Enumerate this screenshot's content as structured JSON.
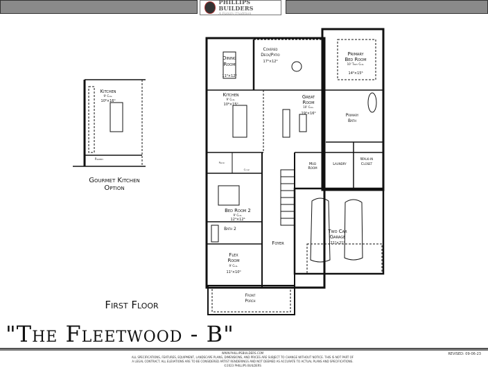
{
  "header": {
    "logo_main": "PHILLIPS BUILDERS",
    "logo_sub": "A Family Tradition"
  },
  "plan": {
    "floor_label": "First Floor",
    "rooms": {
      "dining": {
        "name1": "Dining",
        "name2": "Room",
        "dims": "11⁰×12⁶"
      },
      "deck": {
        "name1": "Covered",
        "name2": "Deck/Patio",
        "dims": "17⁰×12⁰"
      },
      "primary_bed": {
        "name1": "Primary",
        "name2": "Bed Room",
        "clg": "10' Tray Clg.",
        "dims": "14⁰×15⁶"
      },
      "kitchen": {
        "name": "Kitchen",
        "clg": "9' Clg.",
        "dims": "10⁶×15⁰"
      },
      "great": {
        "name1": "Great",
        "name2": "Room",
        "clg": "10' Clg.",
        "dims": "19⁰×16⁰"
      },
      "primary_bath": {
        "name1": "Primary",
        "name2": "Bath"
      },
      "walkin": {
        "name1": "Walk-in",
        "name2": "Closet"
      },
      "laundry": {
        "name": "Laundry"
      },
      "mud": {
        "name1": "Mud",
        "name2": "Room"
      },
      "pantry": {
        "name": "Pantry"
      },
      "closet": {
        "name": "Closet"
      },
      "bed2": {
        "name": "Bed Room 2",
        "clg": "9' Clg.",
        "dims": "12⁴×12⁶"
      },
      "bath2": {
        "name": "Bath 2"
      },
      "flex": {
        "name1": "Flex",
        "name2": "Room",
        "clg": "9' Clg.",
        "dims": "11¹×10⁰"
      },
      "foyer": {
        "name": "Foyer"
      },
      "garage": {
        "name1": "Two Car",
        "name2": "Garage",
        "dims": "21⁰×21⁰"
      },
      "porch": {
        "name1": "Front",
        "name2": "Porch"
      }
    }
  },
  "option": {
    "kitchen": "Kitchen",
    "clg": "9' Clg.",
    "dims": "10⁶×16⁰",
    "label1": "Gourmet Kitchen",
    "label2": "Option",
    "pantry": "Pantry"
  },
  "title": "\"The Fleetwood - B\"",
  "footer": {
    "url": "www.phillipsbuilders.com",
    "disclaimer1": "All specifications, features, equipment, landscape plans, dimensions, and prices are subject to change without notice. This is not part of",
    "disclaimer2": "a legal contract. All elevations are to be considered artist renderings and not deemed as accurate to actual plans and specifications.",
    "copyright": "©2023 Phillips Builders",
    "revised": "REVISED: 09-06-23"
  }
}
